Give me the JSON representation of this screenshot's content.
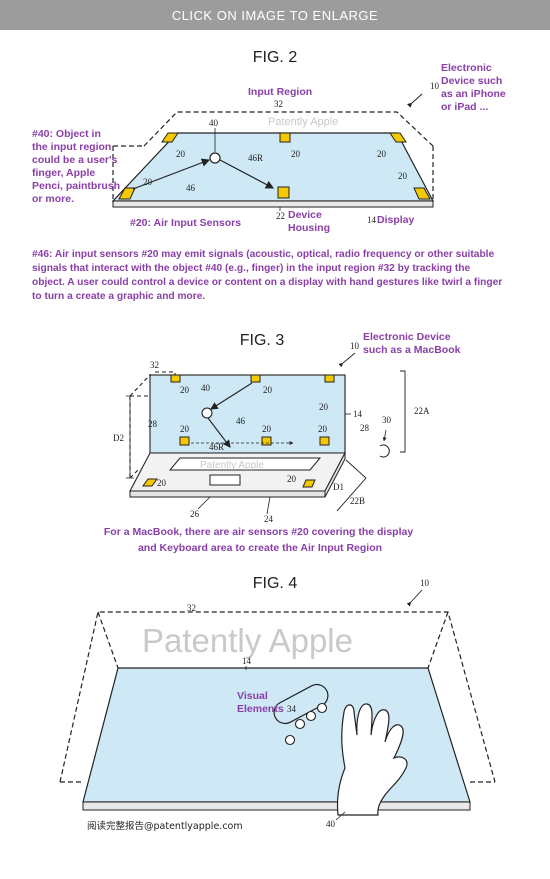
{
  "top_bar": {
    "label": "CLICK ON IMAGE TO ENLARGE"
  },
  "fig2": {
    "title": "FIG. 2",
    "input_region_label": "Input Region",
    "device_label": [
      "Electronic",
      "Device such",
      "as an iPhone",
      "or iPad ..."
    ],
    "object_label": [
      "#40: Object in",
      "the input region",
      "could be a user's",
      "finger, Apple",
      "Penci, paintbrush",
      "or more."
    ],
    "sensors_label": "#20: Air Input Sensors",
    "housing_label": [
      "Device",
      "Housing"
    ],
    "display_label": "Display",
    "watermark": "Patently Apple",
    "refs": {
      "r10": "10",
      "r32": "32",
      "r40": "40",
      "r20": "20",
      "r46r": "46R",
      "r46": "46",
      "r22": "22",
      "r14": "14"
    },
    "description": [
      "#46: Air input sensors #20 may emit signals (acoustic, optical, radio frequency or other suitable",
      "signals that interact with the object #40 (e.g., finger) in the input region #32 by tracking the",
      "object. A user could control a device or content on a display with hand gestures like twirl a finger",
      "to turn a create a graphic and more."
    ]
  },
  "fig3": {
    "title": "FIG. 3",
    "device_label": [
      "Electronic Device",
      "such as a MacBook"
    ],
    "watermark": "Patently Apple",
    "refs": {
      "r10": "10",
      "r32": "32",
      "r40": "40",
      "r20": "20",
      "r46": "46",
      "r46r": "46R",
      "r28": "28",
      "r14": "14",
      "r30": "30",
      "r22a": "22A",
      "r22b": "22B",
      "r24": "24",
      "r26": "26",
      "d1": "D1",
      "d2": "D2"
    },
    "caption": [
      "For a MacBook, there are air sensors #20 covering the display",
      "and Keyboard area to create the Air Input Region"
    ]
  },
  "fig4": {
    "title": "FIG. 4",
    "visual_label": [
      "Visual",
      "Elements"
    ],
    "watermark": "Patently Apple",
    "refs": {
      "r10": "10",
      "r32": "32",
      "r14": "14",
      "r34": "34",
      "r40": "40"
    }
  },
  "footer": {
    "text": "阅读完整报告@patentlyapple.com"
  },
  "colors": {
    "sensor": "#f5c800",
    "screen": "#cfe8f6",
    "annotation": "#8a3fa8"
  }
}
